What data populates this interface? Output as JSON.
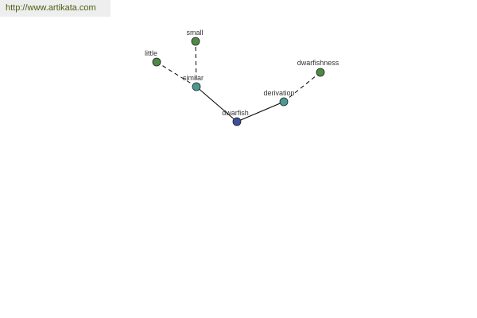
{
  "header": {
    "url_text": "http://www.artikata.com"
  },
  "graph": {
    "colors": {
      "root": "#3b4f9a",
      "relation": "#4a9a93",
      "word": "#4d8a45",
      "edge": "#000000",
      "label": "#333333"
    },
    "nodes": [
      {
        "id": "dwarfish",
        "label": "dwarfish",
        "kind": "root"
      },
      {
        "id": "similar",
        "label": "similar",
        "kind": "relation"
      },
      {
        "id": "derivation",
        "label": "derivation",
        "kind": "relation"
      },
      {
        "id": "small",
        "label": "small",
        "kind": "word"
      },
      {
        "id": "little",
        "label": "little",
        "kind": "word"
      },
      {
        "id": "dwarfishness",
        "label": "dwarfishness",
        "kind": "word"
      }
    ],
    "edges": [
      {
        "from": "dwarfish",
        "to": "similar",
        "style": "solid"
      },
      {
        "from": "dwarfish",
        "to": "derivation",
        "style": "solid"
      },
      {
        "from": "similar",
        "to": "small",
        "style": "dashed"
      },
      {
        "from": "similar",
        "to": "little",
        "style": "dashed"
      },
      {
        "from": "derivation",
        "to": "dwarfishness",
        "style": "dashed"
      }
    ]
  }
}
